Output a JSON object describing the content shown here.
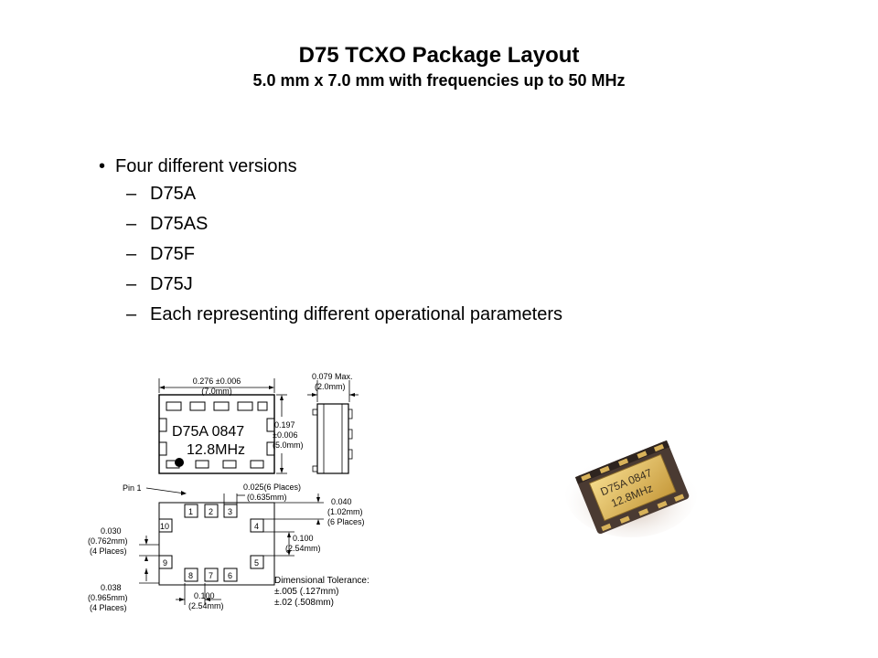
{
  "title": {
    "line1": "D75 TCXO Package Layout",
    "line2": "5.0 mm x 7.0 mm with frequencies up to 50 MHz"
  },
  "bullets": {
    "main": "Four different versions",
    "subs": [
      "D75A",
      "D75AS",
      "D75F",
      "D75J",
      "Each representing different operational parameters"
    ]
  },
  "drawing": {
    "width_dim": "0.276 ±0.006",
    "width_mm": "(7.0mm)",
    "height_max": "0.079 Max.",
    "height_max_mm": "(2.0mm)",
    "marking_line1": "D75A 0847",
    "marking_line2": "12.8MHz",
    "depth_dim": "0.197",
    "depth_tol": "±0.006",
    "depth_mm": "(5.0mm)",
    "pin1_label": "Pin 1",
    "pad_width": "0.025(6 Places)",
    "pad_width_mm": "(0.635mm)",
    "pad_040": "0.040",
    "pad_040_mm": "(1.02mm)",
    "pad_040_places": "(6 Places)",
    "pitch_100": "0.100",
    "pitch_100_mm": "(2.54mm)",
    "left_030": "0.030",
    "left_030_mm": "(0.762mm)",
    "left_030_places": "(4 Places)",
    "left_038": "0.038",
    "left_038_mm": "(0.965mm)",
    "left_038_places": "(4 Places)",
    "bottom_100": "0.100",
    "bottom_100_mm": "(2.54mm)",
    "pins": {
      "p1": "1",
      "p2": "2",
      "p3": "3",
      "p4": "4",
      "p5": "5",
      "p6": "6",
      "p7": "7",
      "p8": "8",
      "p9": "9",
      "p10": "10"
    },
    "tolerance_title": "Dimensional Tolerance:",
    "tolerance_1": "±.005 (.127mm)",
    "tolerance_2": "±.02  (.508mm)"
  },
  "photo": {
    "marking_line1": "D75A 0847",
    "marking_line2": "12.8MHz"
  }
}
